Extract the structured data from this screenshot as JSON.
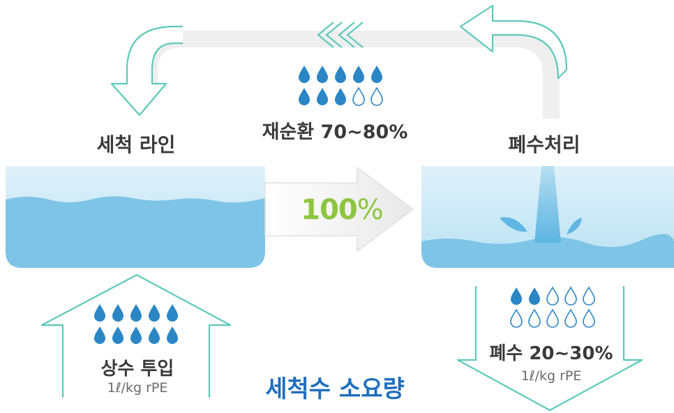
{
  "colors": {
    "teal_outline": "#5cc9bb",
    "water_light": "#cfeaf6",
    "water_deep": "#7cc4e8",
    "drop_filled": "#2b86c5",
    "drop_empty_stroke": "#2b86c5",
    "accent_green": "#8cc63f",
    "title_blue": "#1f6fbf"
  },
  "labels": {
    "wash_line": "세척 라인",
    "wastewater_treatment": "폐수처리",
    "recycle": "재순환 70~80%",
    "flow_percent_num": "100",
    "flow_percent_unit": "%",
    "water_input": "상수 투입",
    "water_input_unit": "1ℓ/kg rPE",
    "wastewater": "폐수 20~30%",
    "wastewater_unit": "1ℓ/kg rPE",
    "title": "세척수 소요량"
  },
  "drops": {
    "recycle": {
      "filled": 8,
      "total": 10
    },
    "input": {
      "filled": 10,
      "total": 10
    },
    "wastewater": {
      "filled": 2,
      "total": 10
    }
  },
  "icons": {
    "return_pipe": "curved-arrow-icon",
    "chevrons": "double-chevron-left-icon",
    "flow_arrow": "right-arrow-icon",
    "house_arrow": "up-arrow-icon",
    "down_arrow": "down-arrow-icon",
    "drop": "water-drop-icon"
  }
}
